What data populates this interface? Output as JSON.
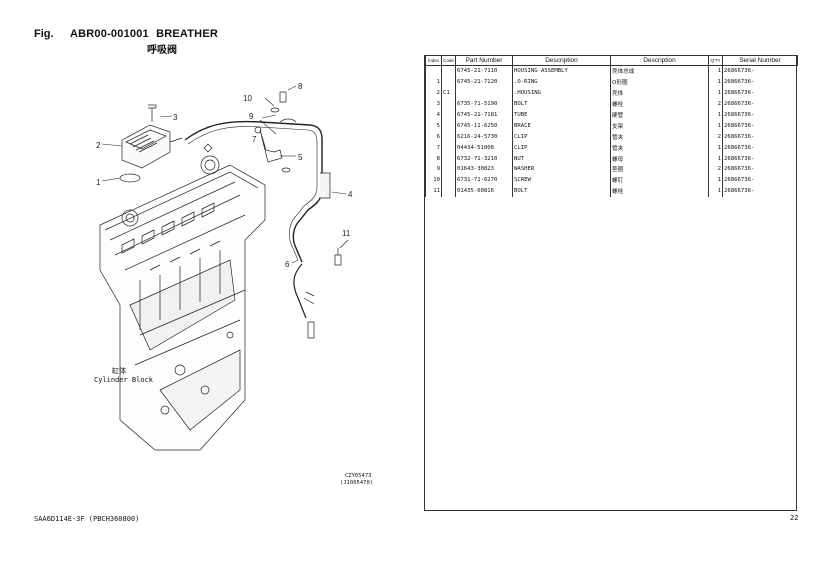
{
  "header": {
    "fig_label": "Fig.",
    "fig_code": "ABR00-001001",
    "fig_title": "BREATHER",
    "fig_title_cn": "呼吸阀"
  },
  "diagram": {
    "callouts": [
      "1",
      "2",
      "3",
      "4",
      "5",
      "6",
      "7",
      "8",
      "9",
      "10",
      "11"
    ],
    "cylinder_block_cn": "缸体",
    "cylinder_block_en": "Cylinder Block",
    "figure_id_1": "CZY05473",
    "figure_id_2": "(J1005470)"
  },
  "table": {
    "columns": [
      "Index",
      "Code",
      "Part Number",
      "Description",
      "Description",
      "Q'TY",
      "Serial Number"
    ],
    "rows": [
      {
        "index": "",
        "code": "",
        "part": "6745-21-7110",
        "desc": "HOUSING ASSEMBLY",
        "desc_cn": "壳体总成",
        "qty": "1",
        "serial": "26866736-"
      },
      {
        "index": "1",
        "code": "",
        "part": "6745-21-7120",
        "desc": ".O-RING",
        "desc_cn": "O形圈",
        "qty": "1",
        "serial": "26866736-"
      },
      {
        "index": "2",
        "code": "C1",
        "part": "",
        "desc": ".HOUSING",
        "desc_cn": "壳体",
        "qty": "1",
        "serial": "26866736-"
      },
      {
        "index": "3",
        "code": "",
        "part": "6735-71-5190",
        "desc": "BOLT",
        "desc_cn": "螺栓",
        "qty": "2",
        "serial": "26866736-"
      },
      {
        "index": "4",
        "code": "",
        "part": "6745-21-7181",
        "desc": "TUBE",
        "desc_cn": "硬管",
        "qty": "1",
        "serial": "26866736-"
      },
      {
        "index": "5",
        "code": "",
        "part": "6745-11-6250",
        "desc": "BRACE",
        "desc_cn": "支架",
        "qty": "1",
        "serial": "26866736-"
      },
      {
        "index": "6",
        "code": "",
        "part": "6216-24-5730",
        "desc": "CLIP",
        "desc_cn": "管夹",
        "qty": "2",
        "serial": "26866736-"
      },
      {
        "index": "7",
        "code": "",
        "part": "04434-51008",
        "desc": "CLIP",
        "desc_cn": "管夹",
        "qty": "1",
        "serial": "26866736-"
      },
      {
        "index": "8",
        "code": "",
        "part": "6732-71-3210",
        "desc": "NUT",
        "desc_cn": "螺母",
        "qty": "1",
        "serial": "26866736-"
      },
      {
        "index": "9",
        "code": "",
        "part": "01643-30823",
        "desc": "WASHER",
        "desc_cn": "垫圈",
        "qty": "2",
        "serial": "26866736-"
      },
      {
        "index": "10",
        "code": "",
        "part": "6731-71-6270",
        "desc": "SCREW",
        "desc_cn": "螺钉",
        "qty": "1",
        "serial": "26866736-"
      },
      {
        "index": "11",
        "code": "",
        "part": "01435-60816",
        "desc": "BOLT",
        "desc_cn": "螺栓",
        "qty": "1",
        "serial": "26866736-"
      }
    ]
  },
  "footer": {
    "model": "SAA6D114E-3F  (PBCH360800)",
    "page": "22"
  }
}
